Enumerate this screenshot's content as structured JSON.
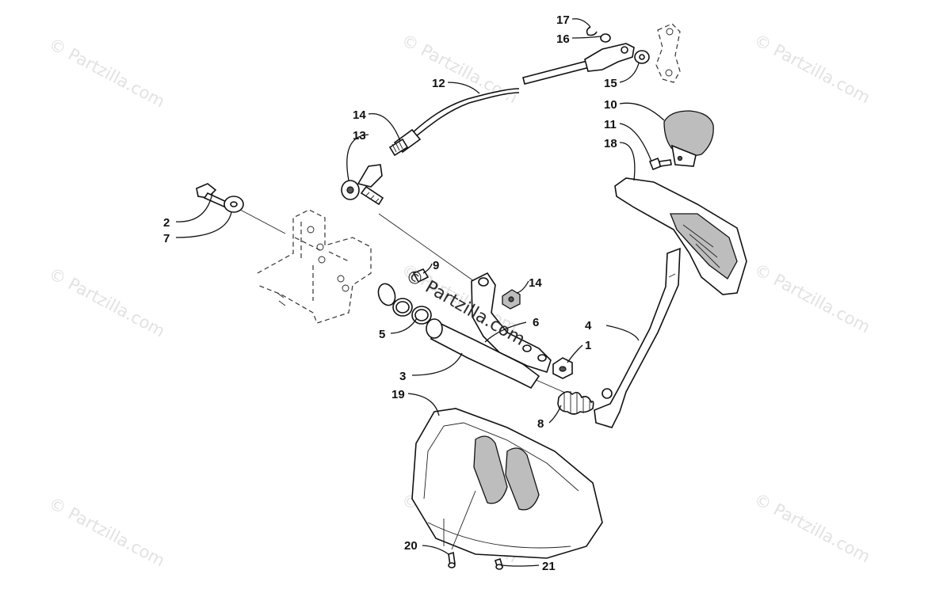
{
  "watermarks": [
    "© Partzilla.com",
    "© Partzilla.com",
    "© Partzilla.com",
    "© Partzilla.com",
    "© Partzilla.com",
    "© Partzilla.com",
    "© Partzilla.com",
    "© Partzilla.com",
    "© Partzilla.com"
  ],
  "center_watermark": "© Partzilla.com",
  "callouts": {
    "c17": "17",
    "c16": "16",
    "c12": "12",
    "c15": "15",
    "c10": "10",
    "c11": "11",
    "c18": "18",
    "c14a": "14",
    "c13": "13",
    "c2": "2",
    "c7": "7",
    "c9": "9",
    "c14b": "14",
    "c5": "5",
    "c6": "6",
    "c4": "4",
    "c1": "1",
    "c3": "3",
    "c19": "19",
    "c8": "8",
    "c20": "20",
    "c21": "21"
  }
}
